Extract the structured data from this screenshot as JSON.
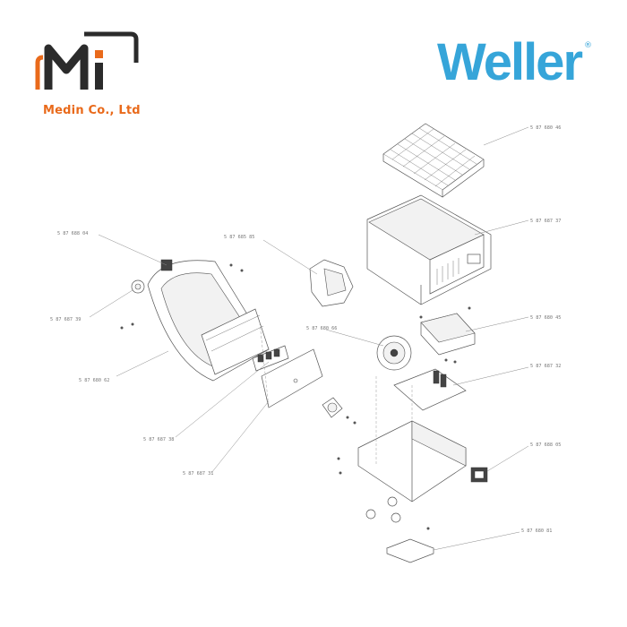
{
  "company": {
    "logo_name": "Medin Co., Ltd",
    "logo_glyph": "Mi",
    "accent_color": "#e96a1b",
    "dark_color": "#2b2b2b"
  },
  "brand": {
    "name": "Weller",
    "registered": "®",
    "color": "#36a5d9"
  },
  "parts": [
    {
      "id": "grid-tray",
      "label": "5 87 680 46"
    },
    {
      "id": "top-cover",
      "label": "5 87 687 37"
    },
    {
      "id": "front-housing-switch",
      "label": "5 87 688 04"
    },
    {
      "id": "knob",
      "label": "5 87 687 39"
    },
    {
      "id": "bracket",
      "label": "5 87 685 85"
    },
    {
      "id": "front-housing",
      "label": "5 87 680 62"
    },
    {
      "id": "fan",
      "label": "5 87 680 66"
    },
    {
      "id": "transformer-box",
      "label": "5 87 680 45"
    },
    {
      "id": "control-board",
      "label": "5 87 687 32"
    },
    {
      "id": "display-board",
      "label": "5 87 687 38"
    },
    {
      "id": "connector-board",
      "label": "5 87 687 31"
    },
    {
      "id": "power-switch",
      "label": "5 87 688 05"
    },
    {
      "id": "base-plate",
      "label": "5 87 680 81"
    }
  ]
}
